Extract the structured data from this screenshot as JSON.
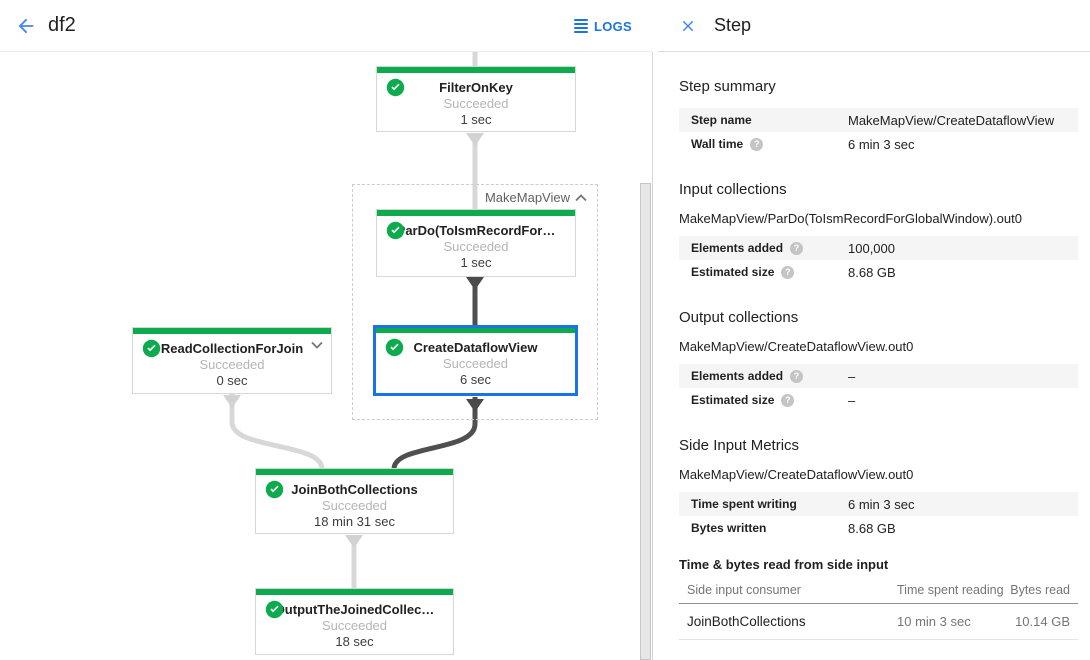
{
  "colors": {
    "accent_blue": "#1a73e8",
    "icon_blue": "#4285f4",
    "success_green": "#0cab4e",
    "selection_border": "#1a73e8",
    "edge_light": "#d8d8d8",
    "edge_dark": "#4f4f4f"
  },
  "header": {
    "title": "df2",
    "logs_label": "LOGS"
  },
  "panel": {
    "title": "Step",
    "step_summary": {
      "heading": "Step summary",
      "rows": [
        {
          "label": "Step name",
          "value": "MakeMapView/CreateDataflowView"
        },
        {
          "label": "Wall time",
          "value": "6 min 3 sec"
        }
      ]
    },
    "input_collections": {
      "heading": "Input collections",
      "collection": "MakeMapView/ParDo(ToIsmRecordForGlobalWindow).out0",
      "rows": [
        {
          "label": "Elements added",
          "value": "100,000"
        },
        {
          "label": "Estimated size",
          "value": "8.68 GB"
        }
      ]
    },
    "output_collections": {
      "heading": "Output collections",
      "collection": "MakeMapView/CreateDataflowView.out0",
      "rows": [
        {
          "label": "Elements added",
          "value": "–"
        },
        {
          "label": "Estimated size",
          "value": "–"
        }
      ]
    },
    "side_input_metrics": {
      "heading": "Side Input Metrics",
      "collection": "MakeMapView/CreateDataflowView.out0",
      "rows": [
        {
          "label": "Time spent writing",
          "value": "6 min 3 sec"
        },
        {
          "label": "Bytes written",
          "value": "8.68 GB"
        }
      ]
    },
    "side_input_table": {
      "heading": "Time & bytes read from side input",
      "columns": [
        "Side input consumer",
        "Time spent reading",
        "Bytes read"
      ],
      "rows": [
        {
          "consumer": "JoinBothCollections",
          "time": "10 min 3 sec",
          "bytes": "10.14 GB"
        }
      ]
    }
  },
  "graph": {
    "group_label": "MakeMapView",
    "nodes": [
      {
        "name": "FilterOnKey",
        "status": "Succeeded",
        "time": "1 sec"
      },
      {
        "name": "ParDo(ToIsmRecordFor…",
        "status": "Succeeded",
        "time": "1 sec"
      },
      {
        "name": "CreateDataflowView",
        "status": "Succeeded",
        "time": "6 sec"
      },
      {
        "name": "ReadCollectionForJoin",
        "status": "Succeeded",
        "time": "0 sec"
      },
      {
        "name": "JoinBothCollections",
        "status": "Succeeded",
        "time": "18 min 31 sec"
      },
      {
        "name": "OutputTheJoinedCollec…",
        "status": "Succeeded",
        "time": "18 sec"
      }
    ]
  }
}
